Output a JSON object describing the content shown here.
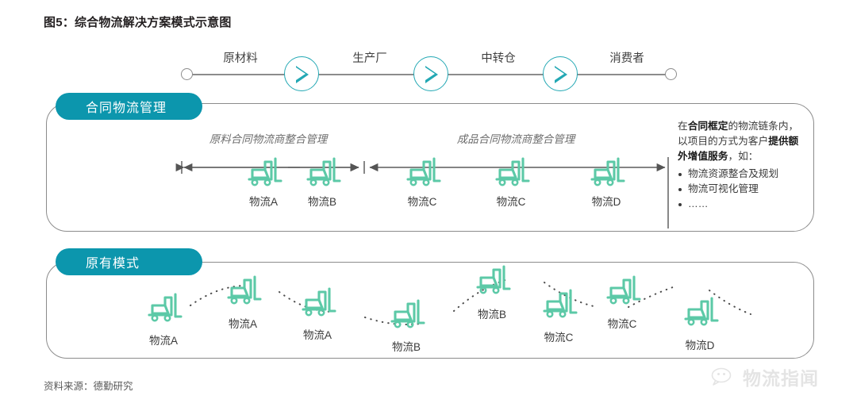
{
  "figure": {
    "title": "图5：综合物流解决方案模式示意图",
    "source": "资料来源：德勤研究",
    "watermark": "物流指闻"
  },
  "colors": {
    "badge_teal": "#0c96ad",
    "node_teal": "#23a8b4",
    "forklift_green": "#5cc9a7",
    "line_gray": "#8c8c8c",
    "text_dark": "#3a3a3a"
  },
  "flow": {
    "stages": [
      {
        "label": "原材料"
      },
      {
        "label": "生产厂"
      },
      {
        "label": "中转仓"
      },
      {
        "label": "消费者"
      }
    ],
    "node_icon": "play-triangle-icon",
    "endpoint_icon": "circle-node-icon"
  },
  "contract_section": {
    "badge": "合同物流管理",
    "group_labels": [
      {
        "text": "原料合同物流商整合管理"
      },
      {
        "text": "成品合同物流商整合管理"
      }
    ],
    "forklifts": [
      {
        "label": "物流A"
      },
      {
        "label": "物流B"
      },
      {
        "label": "物流C"
      },
      {
        "label": "物流C"
      },
      {
        "label": "物流D"
      }
    ],
    "note": {
      "line_1_pre": "在",
      "line_1_bold": "合同框定",
      "line_1_post": "的物流链条内，以项目的方式为客户",
      "line_2_bold": "提供额外增值服务",
      "line_2_post": "，如：",
      "bullets": [
        "物流资源整合及规划",
        "物流可视化管理",
        "……"
      ]
    }
  },
  "legacy_section": {
    "badge": "原有模式",
    "forklifts": [
      {
        "label": "物流A"
      },
      {
        "label": "物流A"
      },
      {
        "label": "物流A"
      },
      {
        "label": "物流B"
      },
      {
        "label": "物流B"
      },
      {
        "label": "物流C"
      },
      {
        "label": "物流C"
      },
      {
        "label": "物流D"
      }
    ]
  }
}
